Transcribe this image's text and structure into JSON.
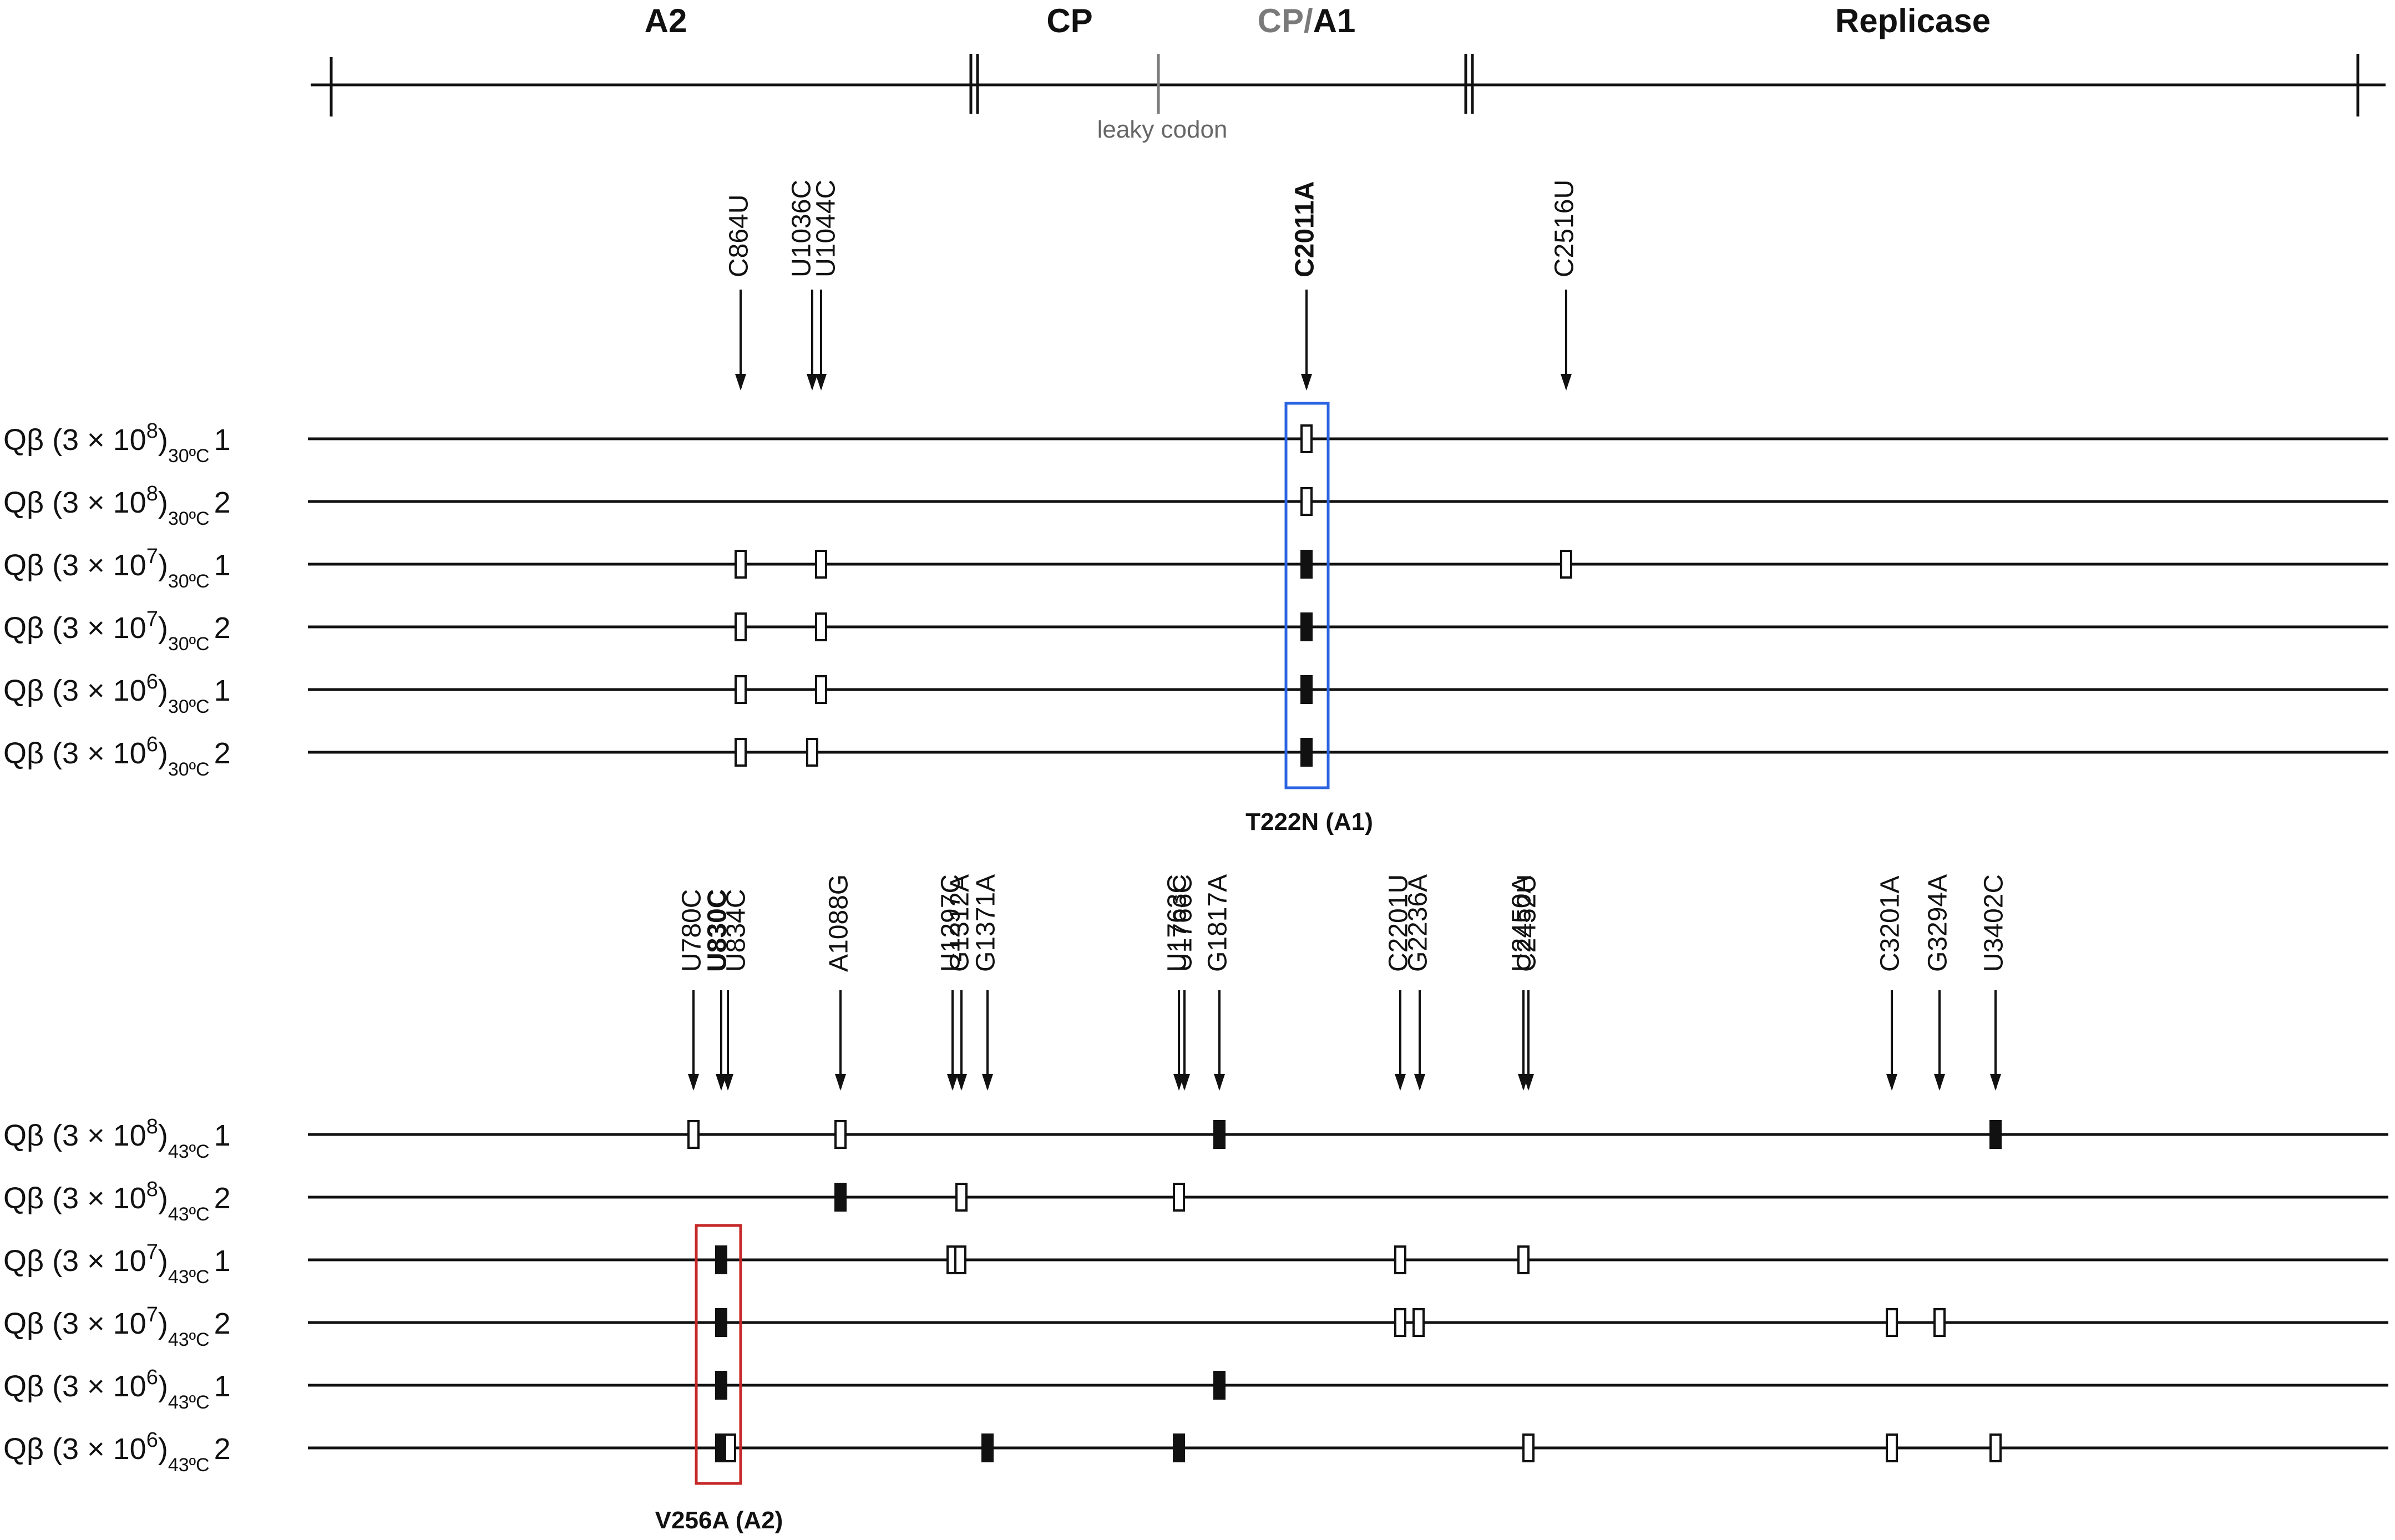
{
  "genome_map": {
    "genes": [
      {
        "id": "a2",
        "label": "A2"
      },
      {
        "id": "cp",
        "label": "CP"
      },
      {
        "id": "cpa1",
        "label_a": "CP",
        "label_sep": "/",
        "label_b": "A1"
      },
      {
        "id": "replicase",
        "label": "Replicase"
      }
    ],
    "leaky_label": "leaky codon"
  },
  "colors": {
    "blue_highlight": "#2b63e0",
    "red_highlight": "#c62828",
    "cp_gray": "#7a7a7a",
    "leaky_gray": "#666666"
  },
  "panel_30": {
    "temp": "30ºC",
    "mutations": [
      {
        "id": "C864U",
        "label": "C864U",
        "color": "#111111",
        "bold": false
      },
      {
        "id": "U1036C",
        "label": "U1036C",
        "color": "#111111",
        "bold": false
      },
      {
        "id": "U1044C",
        "label": "U1044C",
        "color": "#111111",
        "bold": false
      },
      {
        "id": "C2011A",
        "label": "C2011A",
        "color": "#2b63e0",
        "bold": true
      },
      {
        "id": "C2516U",
        "label": "C2516U",
        "color": "#111111",
        "bold": false
      }
    ],
    "rows": [
      {
        "exp": "8",
        "rep": "1",
        "marks": [
          {
            "mut": "C2011A",
            "fill": false
          }
        ]
      },
      {
        "exp": "8",
        "rep": "2",
        "marks": [
          {
            "mut": "C2011A",
            "fill": false
          }
        ]
      },
      {
        "exp": "7",
        "rep": "1",
        "marks": [
          {
            "mut": "C864U",
            "fill": false
          },
          {
            "mut": "U1044C",
            "fill": false
          },
          {
            "mut": "C2011A",
            "fill": true
          },
          {
            "mut": "C2516U",
            "fill": false
          }
        ]
      },
      {
        "exp": "7",
        "rep": "2",
        "marks": [
          {
            "mut": "C864U",
            "fill": false
          },
          {
            "mut": "U1044C",
            "fill": false
          },
          {
            "mut": "C2011A",
            "fill": true
          }
        ]
      },
      {
        "exp": "6",
        "rep": "1",
        "marks": [
          {
            "mut": "C864U",
            "fill": false
          },
          {
            "mut": "U1044C",
            "fill": false
          },
          {
            "mut": "C2011A",
            "fill": true
          }
        ]
      },
      {
        "exp": "6",
        "rep": "2",
        "marks": [
          {
            "mut": "C864U",
            "fill": false
          },
          {
            "mut": "U1036C",
            "fill": false
          },
          {
            "mut": "C2011A",
            "fill": true
          }
        ]
      }
    ],
    "highlight_label": "T222N (A1)"
  },
  "panel_43": {
    "temp": "43ºC",
    "mutations": [
      {
        "id": "U780C",
        "label": "U780C",
        "color": "#111111",
        "bold": false
      },
      {
        "id": "U830C",
        "label": "U830C",
        "color": "#c62828",
        "bold": true
      },
      {
        "id": "U834C",
        "label": "U834C",
        "color": "#111111",
        "bold": false
      },
      {
        "id": "A1088G",
        "label": "A1088G",
        "color": "#111111",
        "bold": false
      },
      {
        "id": "U1297C",
        "label": "U1297C",
        "color": "#111111",
        "bold": false
      },
      {
        "id": "G1312A",
        "label": "G1312A",
        "color": "#111111",
        "bold": false
      },
      {
        "id": "G1371A",
        "label": "G1371A",
        "color": "#111111",
        "bold": false
      },
      {
        "id": "U1763C",
        "label": "U1763C",
        "color": "#111111",
        "bold": false
      },
      {
        "id": "U1766C",
        "label": "U1766C",
        "color": "#111111",
        "bold": false
      },
      {
        "id": "G1817A",
        "label": "G1817A",
        "color": "#111111",
        "bold": false
      },
      {
        "id": "C2201U",
        "label": "C2201U",
        "color": "#111111",
        "bold": false
      },
      {
        "id": "G2236A",
        "label": "G2236A",
        "color": "#111111",
        "bold": false
      },
      {
        "id": "U2450A",
        "label": "U2450A",
        "color": "#111111",
        "bold": false
      },
      {
        "id": "C2452U",
        "label": "C2452U",
        "color": "#111111",
        "bold": false
      },
      {
        "id": "C3201A",
        "label": "C3201A",
        "color": "#111111",
        "bold": false
      },
      {
        "id": "G3294A",
        "label": "G3294A",
        "color": "#111111",
        "bold": false
      },
      {
        "id": "U3402C",
        "label": "U3402C",
        "color": "#111111",
        "bold": false
      }
    ],
    "rows": [
      {
        "exp": "8",
        "rep": "1",
        "marks": [
          {
            "mut": "U780C",
            "fill": false
          },
          {
            "mut": "A1088G",
            "fill": false
          },
          {
            "mut": "G1817A",
            "fill": true
          },
          {
            "mut": "U3402C",
            "fill": true
          }
        ]
      },
      {
        "exp": "8",
        "rep": "2",
        "marks": [
          {
            "mut": "A1088G",
            "fill": true
          },
          {
            "mut": "G1312A",
            "fill": false
          },
          {
            "mut": "U1763C",
            "fill": false
          }
        ]
      },
      {
        "exp": "7",
        "rep": "1",
        "marks": [
          {
            "mut": "U830C",
            "fill": true
          },
          {
            "mut": "U1297C",
            "fill": false
          },
          {
            "mut": "G1312A",
            "fill": false
          },
          {
            "mut": "C2201U",
            "fill": false
          },
          {
            "mut": "U2450A",
            "fill": false
          }
        ]
      },
      {
        "exp": "7",
        "rep": "2",
        "marks": [
          {
            "mut": "U830C",
            "fill": true
          },
          {
            "mut": "C2201U",
            "fill": false
          },
          {
            "mut": "G2236A",
            "fill": false
          },
          {
            "mut": "C3201A",
            "fill": false
          },
          {
            "mut": "G3294A",
            "fill": false
          }
        ]
      },
      {
        "exp": "6",
        "rep": "1",
        "marks": [
          {
            "mut": "U830C",
            "fill": true
          },
          {
            "mut": "G1817A",
            "fill": true
          }
        ]
      },
      {
        "exp": "6",
        "rep": "2",
        "marks": [
          {
            "mut": "U830C",
            "fill": true
          },
          {
            "mut": "U834C",
            "fill": false
          },
          {
            "mut": "G1371A",
            "fill": true
          },
          {
            "mut": "U1763C",
            "fill": true
          },
          {
            "mut": "C2452U",
            "fill": false
          },
          {
            "mut": "C3201A",
            "fill": false
          },
          {
            "mut": "U3402C",
            "fill": false
          }
        ]
      }
    ],
    "highlight_label": "V256A (A2)"
  },
  "row_label": {
    "prefix": "Qβ (3 × 10",
    "close": ")"
  }
}
